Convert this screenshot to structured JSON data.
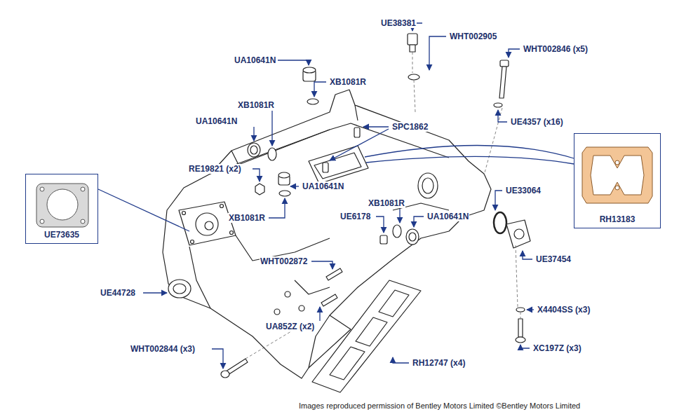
{
  "diagram": {
    "caption": "Images reproduced permission of Bentley Motors Limited ©Bentley Motors Limited",
    "nodes": [
      {
        "text": [
          "UE73635"
        ]
      },
      {
        "text": [
          "RH13183"
        ]
      }
    ],
    "labels": [
      "UE38381",
      "WHT002905",
      "WHT002846 (x5)",
      "UA10641N",
      "XB1081R",
      "XB1081R",
      "UA10641N",
      "SPC1862",
      "UE4357 (x16)",
      "RE19821 (x2)",
      "UA10641N",
      "XB1081R",
      "UE6178",
      "XB1081R",
      "UA10641N",
      "UE33064",
      "UE37454",
      "WHT002872",
      "UE44728",
      "UA852Z (x2)",
      "X4404SS (x3)",
      "XC197Z (x3)",
      "WHT002844 (x3)",
      "RH12747 (x4)"
    ]
  }
}
